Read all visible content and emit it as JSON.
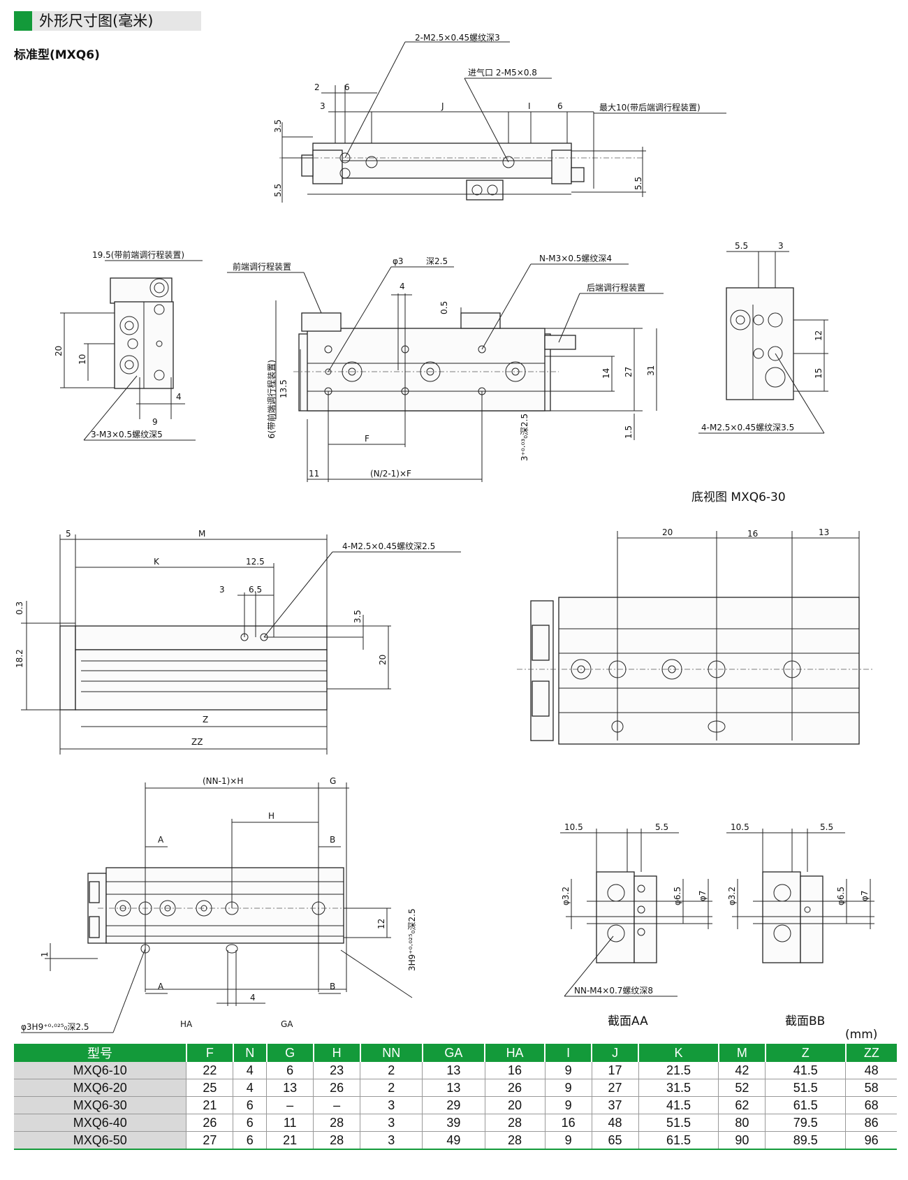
{
  "header": {
    "title": "外形尺寸图(毫米)",
    "subtitle": "标准型(MXQ6)"
  },
  "colors": {
    "accent": "#139a3a",
    "header_bg": "#e6e6e6",
    "row_label_bg": "#d9d9d9"
  },
  "views": {
    "top": {
      "l_top_thread": "2-M2.5×0.45螺纹深3",
      "l_air_inlet": "进气口 2-M5×0.8",
      "l_max10": "最大10(带后端调行程装置)",
      "d2": "2",
      "d6a": "6",
      "d3": "3",
      "dJ": "J",
      "dI": "I",
      "d6b": "6",
      "d35": "3.5",
      "d55a": "5.5",
      "d55b": "5.5"
    },
    "front_end": {
      "l_195": "19.5(带前端调行程装置)",
      "l_3m3": "3-M3×0.5螺纹深5",
      "d20": "20",
      "d10": "10",
      "d9": "9",
      "d4": "4"
    },
    "side": {
      "l_front_adj": "前端调行程装置",
      "l_phi3_a": "φ3",
      "l_phi3_b": "深2.5",
      "l_nm3": "N-M3×0.5螺纹深4",
      "l_rear_adj": "后端调行程装置",
      "l_6front": "6(带前端调行程装置)",
      "l_3depth": "3⁺⁰·⁰³₀深2.5",
      "d4": "4",
      "d05": "0.5",
      "d135": "13.5",
      "d14": "14",
      "d27": "27",
      "d31": "31",
      "d15": "1.5",
      "dF": "F",
      "d11": "11",
      "dN2F": "(N/2-1)×F"
    },
    "bottom_small": {
      "d55": "5.5",
      "d3": "3",
      "d12": "12",
      "d15": "15",
      "l_4m25": "4-M2.5×0.45螺纹深3.5"
    },
    "caption_bottom_view": "底视图 MXQ6-30",
    "plan": {
      "d5": "5",
      "dM": "M",
      "dK": "K",
      "d125": "12.5",
      "d3": "3",
      "d65": "6.5",
      "l_4m25": "4-M2.5×0.45螺纹深2.5",
      "d03": "0.3",
      "d182": "18.2",
      "d35": "3.5",
      "d20": "20",
      "dZ": "Z",
      "dZZ": "ZZ"
    },
    "bottom_view": {
      "d20": "20",
      "d16": "16",
      "d13": "13"
    },
    "lower": {
      "dNNH": "(NN-1)×H",
      "dG": "G",
      "dH": "H",
      "a1": "A",
      "b1": "B",
      "a2": "A",
      "b2": "B",
      "d1": "1",
      "d12": "12",
      "d4": "4",
      "dHA": "HA",
      "dGA": "GA",
      "l_3h9": "3H9⁺⁰·⁰²⁵₀深2.5",
      "l_phi3h9": "φ3H9⁺⁰·⁰²⁵₀深2.5"
    },
    "sections": {
      "d105a": "10.5",
      "d55a": "5.5",
      "d105b": "10.5",
      "d55b": "5.5",
      "phi32a": "φ3.2",
      "phi65a": "φ6.5",
      "phi7a": "φ7",
      "phi32b": "φ3.2",
      "phi65b": "φ6.5",
      "phi7b": "φ7",
      "l_nnm4": "NN-M4×0.7螺纹深8",
      "cap_aa": "截面AA",
      "cap_bb": "截面BB"
    }
  },
  "table": {
    "unit": "(mm)",
    "headers": [
      "型号",
      "F",
      "N",
      "G",
      "H",
      "NN",
      "GA",
      "HA",
      "I",
      "J",
      "K",
      "M",
      "Z",
      "ZZ"
    ],
    "rows": [
      [
        "MXQ6-10",
        "22",
        "4",
        "6",
        "23",
        "2",
        "13",
        "16",
        "9",
        "17",
        "21.5",
        "42",
        "41.5",
        "48"
      ],
      [
        "MXQ6-20",
        "25",
        "4",
        "13",
        "26",
        "2",
        "13",
        "26",
        "9",
        "27",
        "31.5",
        "52",
        "51.5",
        "58"
      ],
      [
        "MXQ6-30",
        "21",
        "6",
        "–",
        "–",
        "3",
        "29",
        "20",
        "9",
        "37",
        "41.5",
        "62",
        "61.5",
        "68"
      ],
      [
        "MXQ6-40",
        "26",
        "6",
        "11",
        "28",
        "3",
        "39",
        "28",
        "16",
        "48",
        "51.5",
        "80",
        "79.5",
        "86"
      ],
      [
        "MXQ6-50",
        "27",
        "6",
        "21",
        "28",
        "3",
        "49",
        "28",
        "9",
        "65",
        "61.5",
        "90",
        "89.5",
        "96"
      ]
    ]
  }
}
